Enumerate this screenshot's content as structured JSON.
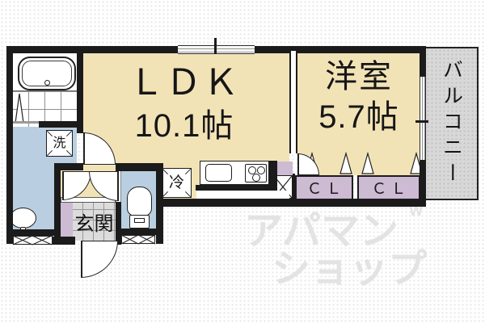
{
  "plan": {
    "rooms": {
      "ldk": {
        "label": "ＬＤＫ",
        "size": "10.1帖"
      },
      "western_room": {
        "label": "洋室",
        "size": "5.7帖"
      },
      "balcony": {
        "label": "バルコニー"
      },
      "entrance": {
        "label": "玄関"
      }
    },
    "fixtures": {
      "washer_label": "洗",
      "fridge_label": "冷",
      "closet1_label": "ＣＬ",
      "closet2_label": "ＣＬ"
    }
  },
  "watermark": {
    "line1": "アパマン",
    "line2": "ショップ",
    "mark": "w"
  },
  "colors": {
    "room-beige": "#F2E3B7",
    "water-blue": "#B9CFE1",
    "closet-lavender": "#CDBAD3",
    "balcony-gray": "#D8D8D8",
    "entrance-gray": "#DCDCDC",
    "wall-black": "#1B1B1B",
    "watermark-gray": "#E3E3E3"
  }
}
